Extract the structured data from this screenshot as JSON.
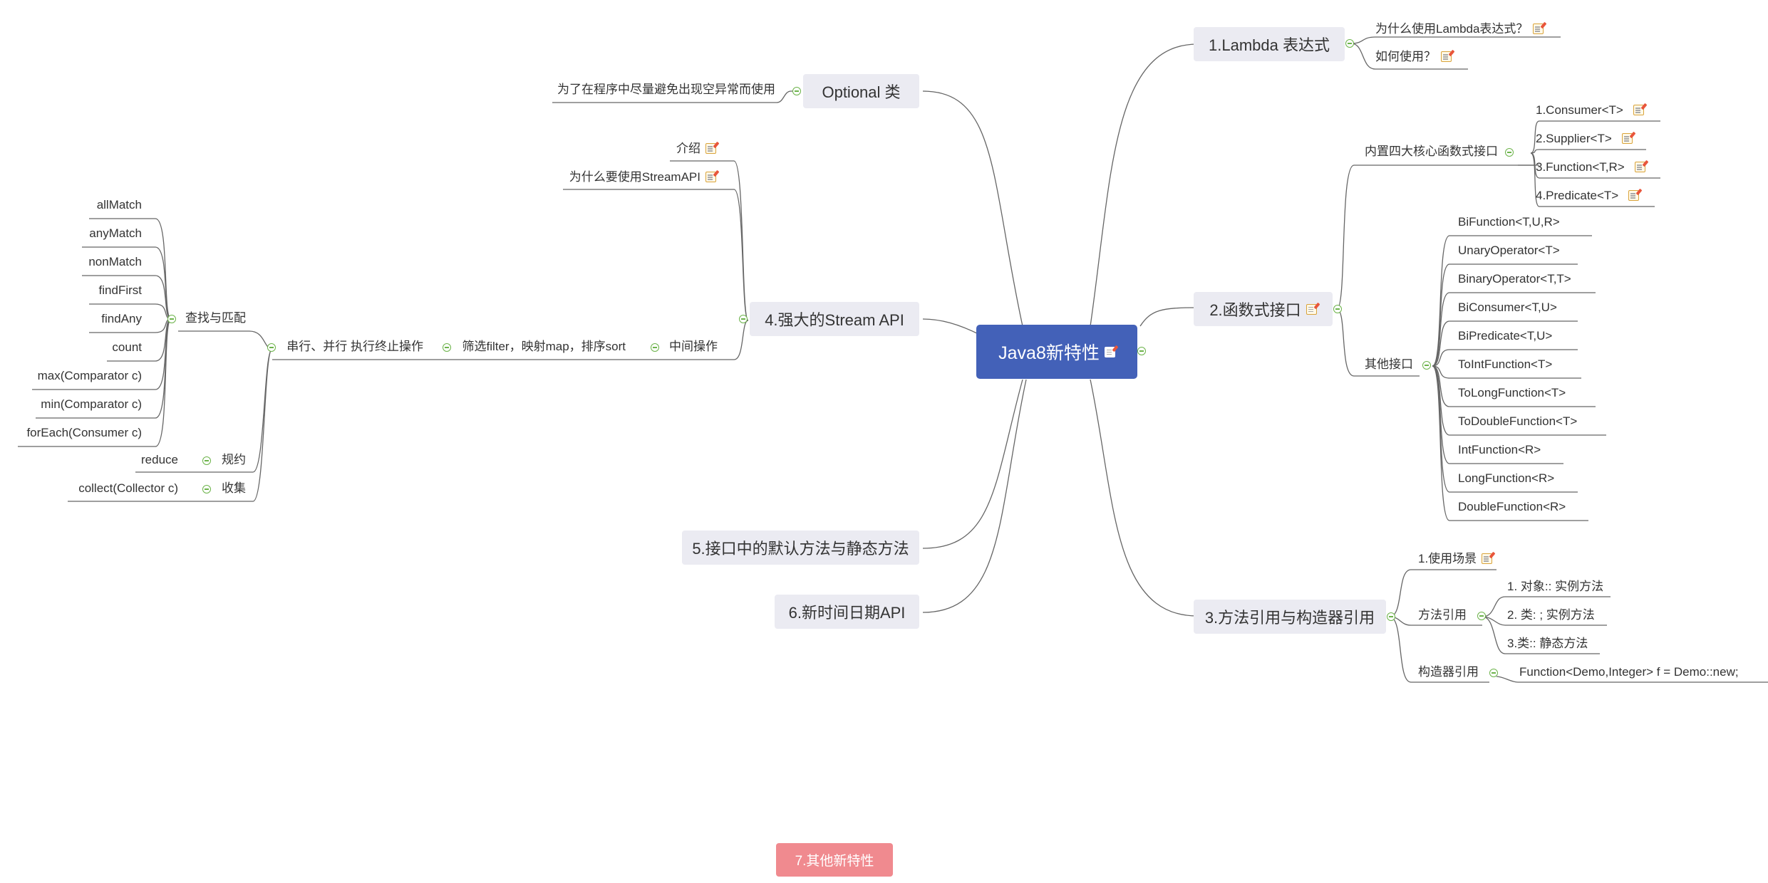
{
  "central": {
    "label": "Java8新特性"
  },
  "main_topics": [
    "1.Lambda 表达式",
    "2.函数式接口",
    "3.方法引用与构造器引用",
    "4.强大的Stream API",
    "5.接口中的默认方法与静态方法",
    "6.新时间日期API",
    "Optional 类",
    "7.其他新特性"
  ],
  "lambda": {
    "why": "为什么使用Lambda表达式？",
    "how": "如何使用？"
  },
  "functional": {
    "core_group": "内置四大核心函数式接口",
    "core": [
      "1.Consumer<T>",
      "2.Supplier<T>",
      "3.Function<T,R>",
      "4.Predicate<T>"
    ],
    "other_group": "其他接口",
    "others": [
      "BiFunction<T,U,R>",
      "UnaryOperator<T>",
      "BinaryOperator<T,T>",
      "BiConsumer<T,U>",
      "BiPredicate<T,U>",
      "ToIntFunction<T>",
      "ToLongFunction<T>",
      "ToDoubleFunction<T>",
      "IntFunction<R>",
      "LongFunction<R>",
      "DoubleFunction<R>"
    ]
  },
  "method_ref": {
    "scene": "1.使用场景",
    "group": "方法引用",
    "items": [
      "1. 对象:: 实例方法",
      "2. 类: ; 实例方法",
      "3.类:: 静态方法"
    ],
    "ctor_group": "构造器引用",
    "ctor_item": "Function<Demo,Integer> f = Demo::new;"
  },
  "stream": {
    "intro": "介绍",
    "why": "为什么要使用StreamAPI",
    "mid": "中间操作",
    "filter": "筛选filter，映射map，排序sort",
    "terminal": "串行、并行 执行终止操作",
    "find_group": "查找与匹配",
    "find_items": [
      "allMatch",
      "anyMatch",
      "nonMatch",
      "findFirst",
      "findAny",
      "count",
      "max(Comparator c)",
      "min(Comparator c)",
      "forEach(Consumer c)"
    ],
    "reduce_group": "规约",
    "reduce_item": "reduce",
    "collect_group": "收集",
    "collect_item": "collect(Collector c)"
  },
  "optional": {
    "desc": "为了在程序中尽量避免出现空异常而使用"
  }
}
